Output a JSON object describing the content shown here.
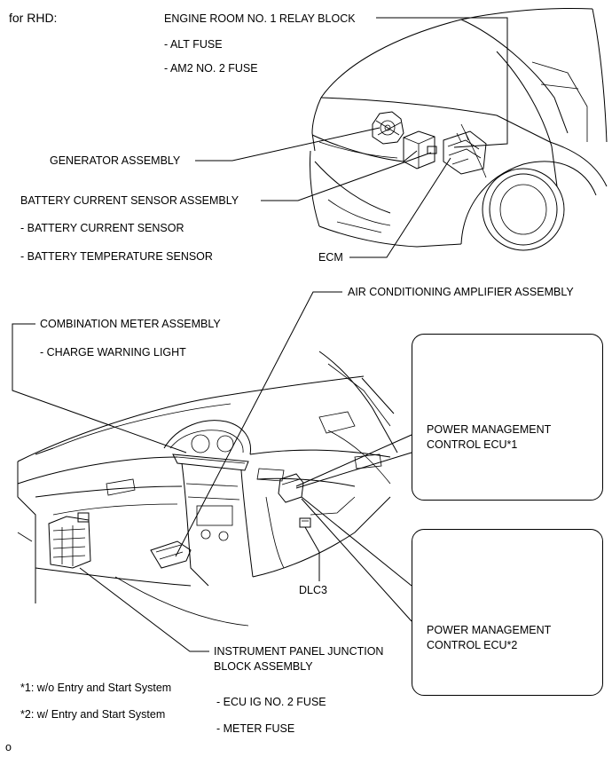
{
  "header": {
    "variant": "for RHD:"
  },
  "engine_room": {
    "relay_block": "ENGINE ROOM NO. 1 RELAY BLOCK",
    "alt_fuse": "- ALT FUSE",
    "am2_fuse": "- AM2 NO. 2 FUSE",
    "generator": "GENERATOR ASSEMBLY",
    "battery_sensor_assembly": "BATTERY CURRENT SENSOR ASSEMBLY",
    "battery_current_sensor": "- BATTERY CURRENT SENSOR",
    "battery_temp_sensor": "- BATTERY TEMPERATURE SENSOR",
    "ecm": "ECM"
  },
  "interior": {
    "ac_amplifier": "AIR CONDITIONING AMPLIFIER ASSEMBLY",
    "combination_meter": "COMBINATION METER ASSEMBLY",
    "charge_warning": "- CHARGE WARNING LIGHT",
    "dlc3": "DLC3",
    "junction_block_line1": "INSTRUMENT PANEL JUNCTION",
    "junction_block_line2": "BLOCK ASSEMBLY",
    "ecu_ig_fuse": "- ECU IG NO. 2 FUSE",
    "meter_fuse": "- METER FUSE"
  },
  "callouts": {
    "ecu1_line1": "POWER MANAGEMENT",
    "ecu1_line2": "CONTROL ECU*1",
    "ecu2_line1": "POWER MANAGEMENT",
    "ecu2_line2": "CONTROL ECU*2"
  },
  "footnotes": {
    "note1": "*1: w/o Entry and Start System",
    "note2": "*2: w/ Entry and Start System",
    "figure_code": "o"
  }
}
